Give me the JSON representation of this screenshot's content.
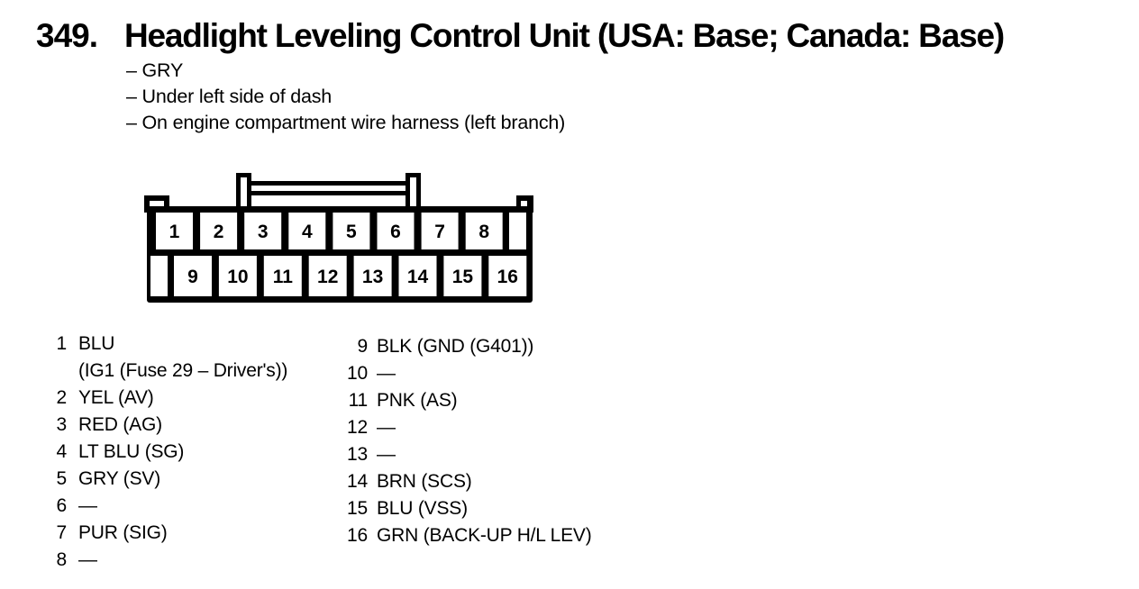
{
  "page": {
    "background_color": "#ffffff",
    "ink_color": "#000000"
  },
  "header": {
    "number": "349.",
    "title": "Headlight Leveling Control Unit (USA: Base; Canada: Base)"
  },
  "notes": [
    "– GRY",
    "– Under left side of dash",
    "– On engine compartment wire harness (left branch)"
  ],
  "connector": {
    "top_pins": [
      "1",
      "2",
      "3",
      "4",
      "5",
      "6",
      "7",
      "8"
    ],
    "bottom_pins": [
      "9",
      "10",
      "11",
      "12",
      "13",
      "14",
      "15",
      "16"
    ]
  },
  "pin_list": {
    "left": [
      {
        "num": "1",
        "label": "BLU",
        "label2": "(IG1 (Fuse 29 – Driver's))"
      },
      {
        "num": "2",
        "label": "YEL (AV)"
      },
      {
        "num": "3",
        "label": "RED (AG)"
      },
      {
        "num": "4",
        "label": "LT BLU (SG)"
      },
      {
        "num": "5",
        "label": "GRY (SV)"
      },
      {
        "num": "6",
        "label": "—"
      },
      {
        "num": "7",
        "label": "PUR (SIG)"
      },
      {
        "num": "8",
        "label": "—"
      }
    ],
    "right": [
      {
        "num": "9",
        "label": "BLK (GND (G401))"
      },
      {
        "num": "10",
        "label": "—"
      },
      {
        "num": "11",
        "label": "PNK (AS)"
      },
      {
        "num": "12",
        "label": "—"
      },
      {
        "num": "13",
        "label": "—"
      },
      {
        "num": "14",
        "label": "BRN (SCS)"
      },
      {
        "num": "15",
        "label": "BLU (VSS)"
      },
      {
        "num": "16",
        "label": "GRN (BACK-UP H/L LEV)"
      }
    ]
  }
}
